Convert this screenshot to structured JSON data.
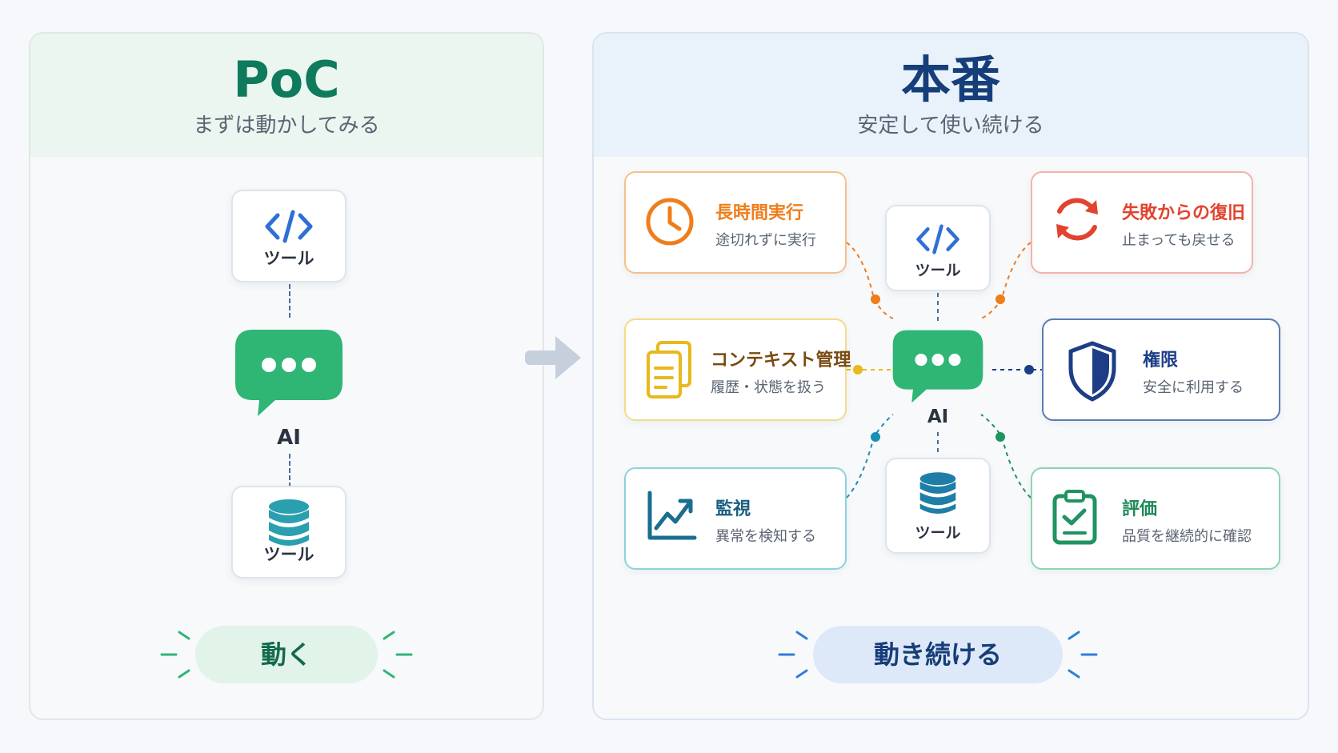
{
  "poc": {
    "title": "PoC",
    "subtitle": "まずは動かしてみる",
    "tool_top_label": "ツール",
    "ai_label": "AI",
    "tool_bottom_label": "ツール",
    "pill_label": "動く"
  },
  "production": {
    "title": "本番",
    "subtitle": "安定して使い続ける",
    "tool_top_label": "ツール",
    "ai_label": "AI",
    "tool_bottom_label": "ツール",
    "pill_label": "動き続ける",
    "features": [
      {
        "title": "長時間実行",
        "subtitle": "途切れずに実行",
        "icon": "clock-icon",
        "color": "#ef7d1a"
      },
      {
        "title": "コンテキスト管理",
        "subtitle": "履歴・状態を扱う",
        "icon": "documents-icon",
        "color": "#e9b81c"
      },
      {
        "title": "監視",
        "subtitle": "異常を検知する",
        "icon": "chart-line-icon",
        "color": "#1a6e8f"
      },
      {
        "title": "失敗からの復旧",
        "subtitle": "止まっても戻せる",
        "icon": "refresh-icon",
        "color": "#e2432f"
      },
      {
        "title": "権限",
        "subtitle": "安全に利用する",
        "icon": "shield-icon",
        "color": "#1d3e86"
      },
      {
        "title": "評価",
        "subtitle": "品質を継続的に確認",
        "icon": "checklist-icon",
        "color": "#1f9361"
      }
    ]
  },
  "colors": {
    "ai_green": "#2fb574",
    "code_blue": "#2f6fd6",
    "db_teal": "#2a9fb0",
    "arrow_gray": "#c6d0dc"
  }
}
